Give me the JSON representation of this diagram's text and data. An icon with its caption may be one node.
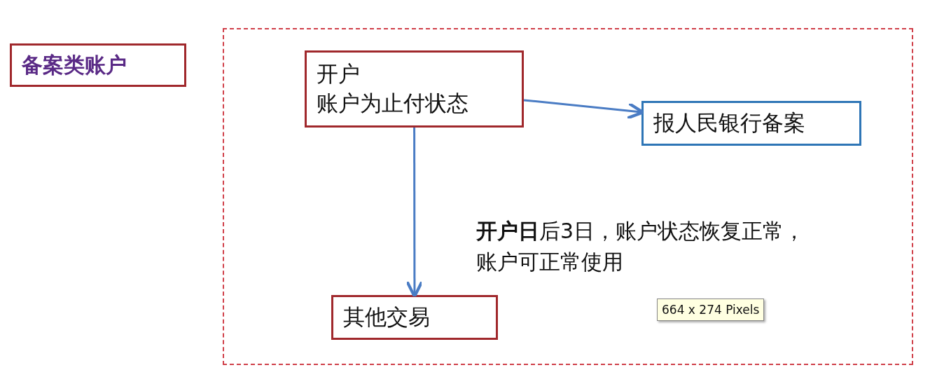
{
  "diagram": {
    "nodes": [
      {
        "text": [
          "备案类账户"
        ]
      },
      {
        "text": [],
        "shape": "box"
      },
      {
        "text": [
          "开户",
          "账户为止付状态"
        ],
        "in": 1
      },
      {
        "text": [
          "报人民银行备案"
        ],
        "in": 1
      },
      {
        "text": [
          "其他交易"
        ],
        "in": 1
      }
    ],
    "edges": [
      {
        "from": 2,
        "to": 3,
        "arrow": "to"
      },
      {
        "from": 2,
        "to": 4,
        "arrow": "to"
      }
    ],
    "labels": [
      "**开户日**后3日，账户状态恢复正常，账户可正常使用",
      "664 x 274 Pixels"
    ]
  }
}
